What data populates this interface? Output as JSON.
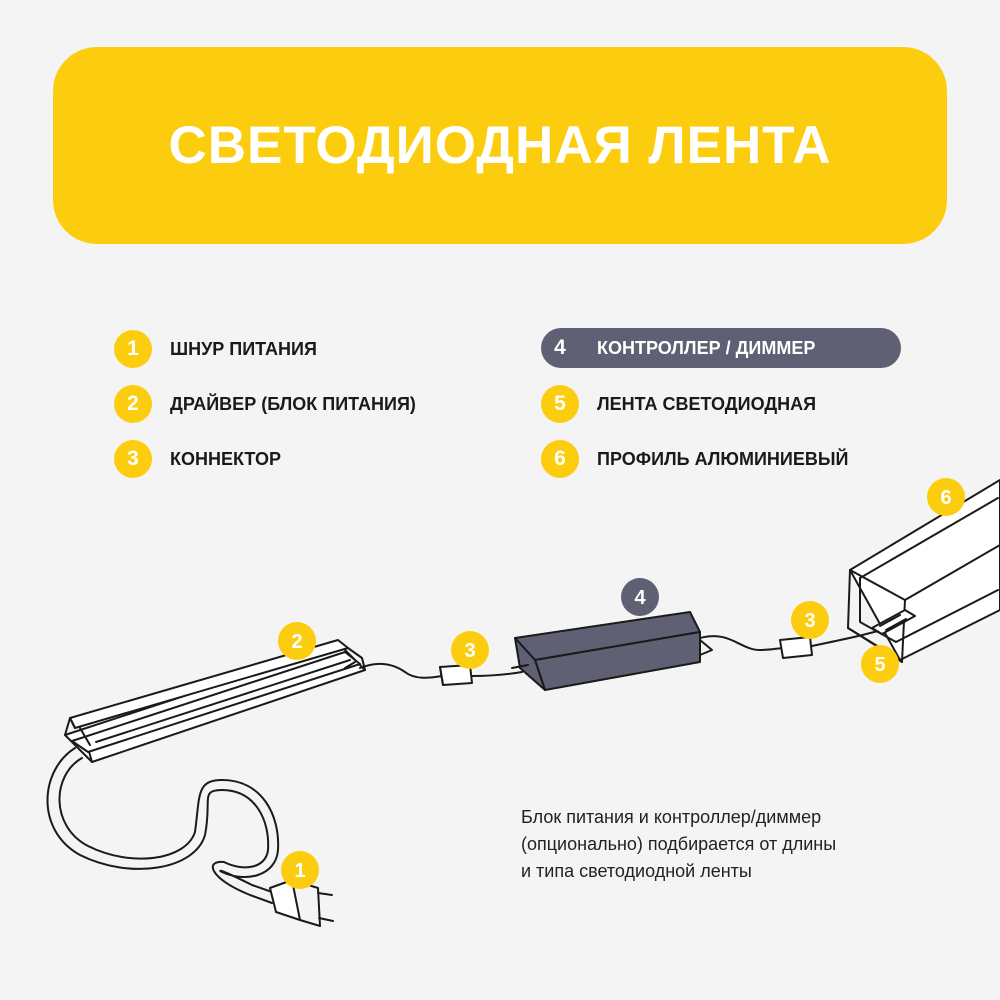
{
  "title": "СВЕТОДИОДНАЯ ЛЕНТА",
  "legend": [
    {
      "number": "1",
      "label": "ШНУР ПИТАНИЯ"
    },
    {
      "number": "2",
      "label": "ДРАЙВЕР (БЛОК ПИТАНИЯ)"
    },
    {
      "number": "3",
      "label": "КОННЕКТОР"
    },
    {
      "number": "4",
      "label": "КОНТРОЛЛЕР / ДИММЕР"
    },
    {
      "number": "5",
      "label": "ЛЕНТА СВЕТОДИОДНАЯ"
    },
    {
      "number": "6",
      "label": "ПРОФИЛЬ АЛЮМИНИЕВЫЙ"
    }
  ],
  "note": [
    "Блок питания и контроллер/диммер",
    "(опционально) подбирается от длины",
    "и типа светодиодной ленты"
  ],
  "markers": {
    "power_cord": "1",
    "driver": "2",
    "connector_left": "3",
    "controller": "4",
    "connector_right": "3",
    "strip": "5",
    "profile": "6"
  },
  "colors": {
    "accent": "#fccd0e",
    "highlight": "#5f6073",
    "controller_box": "#5f6073",
    "background": "#f4f4f4"
  }
}
